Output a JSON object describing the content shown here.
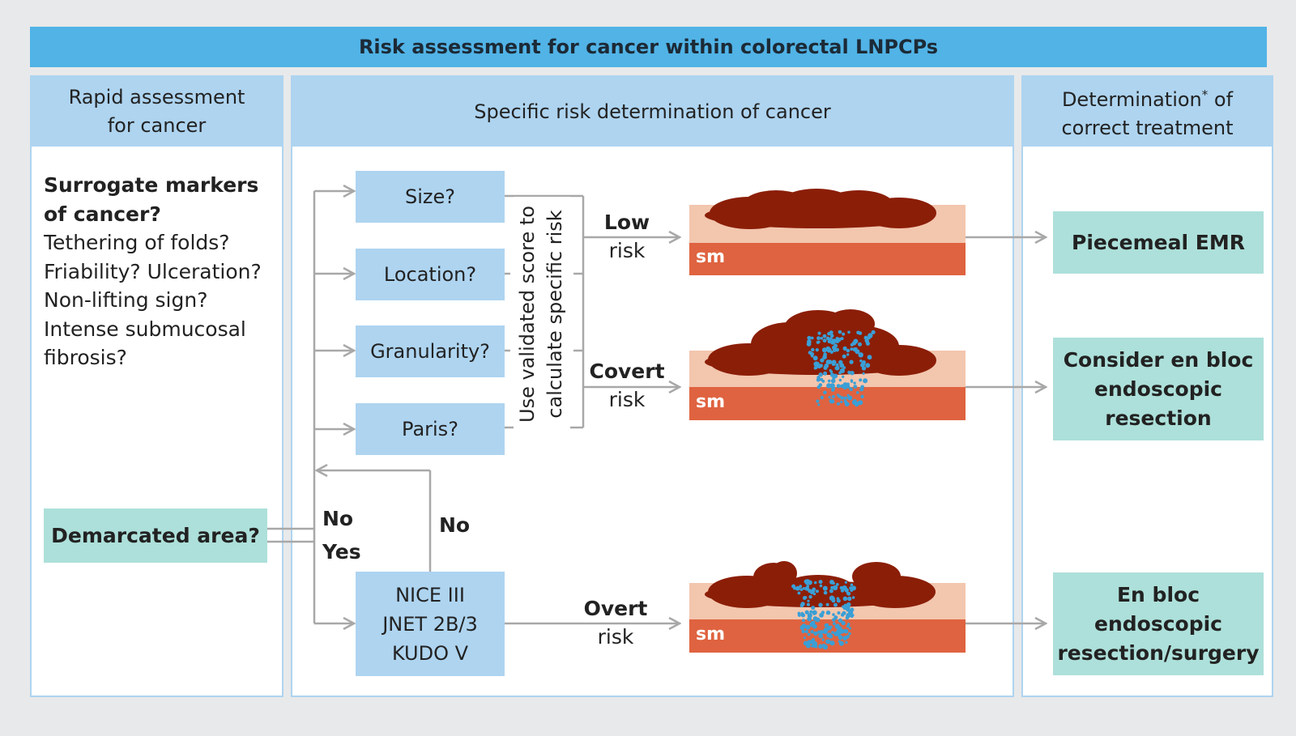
{
  "title": "Risk assessment for cancer within colorectal LNPCPs",
  "columns": {
    "left_header_1": "Rapid assessment",
    "left_header_2": "for cancer",
    "middle_header": "Specific risk determination of cancer",
    "right_header_1": "Determination",
    "right_header_star": "*",
    "right_header_of": " of",
    "right_header_2": "correct treatment"
  },
  "surrogate": {
    "heading_1": "Surrogate markers",
    "heading_2": "of cancer?",
    "items": [
      "Tethering of folds?",
      "Friability? Ulceration?",
      "Non-lifting sign?",
      "Intense submucosal",
      "fibrosis?"
    ]
  },
  "demarcated": "Demarcated area?",
  "branch_no": "No",
  "branch_yes": "Yes",
  "branch_no_return": "No",
  "criteria": [
    "Size?",
    "Location?",
    "Granularity?",
    "Paris?"
  ],
  "score_text_1": "Use validated score to",
  "score_text_2": "calculate specific risk",
  "nice_box": [
    "NICE III",
    "JNET 2B/3",
    "KUDO V"
  ],
  "risks": [
    {
      "level": "Low",
      "word": "risk"
    },
    {
      "level": "Covert",
      "word": "risk"
    },
    {
      "level": "Overt",
      "word": "risk"
    }
  ],
  "sm_label": "sm",
  "treatments": [
    [
      "Piecemeal EMR"
    ],
    [
      "Consider en bloc",
      "endoscopic",
      "resection"
    ],
    [
      "En bloc",
      "endoscopic",
      "resection/surgery"
    ]
  ],
  "colors": {
    "title_bar": "#51b3e6",
    "panel_header": "#aed4f0",
    "treatment_box": "#ade0da",
    "mucosa": "#f3c6ae",
    "submucosa": "#df6340",
    "lesion": "#8b1e07",
    "cancer_dots": "#3a9fd6",
    "arrow": "#a8a8a8"
  }
}
